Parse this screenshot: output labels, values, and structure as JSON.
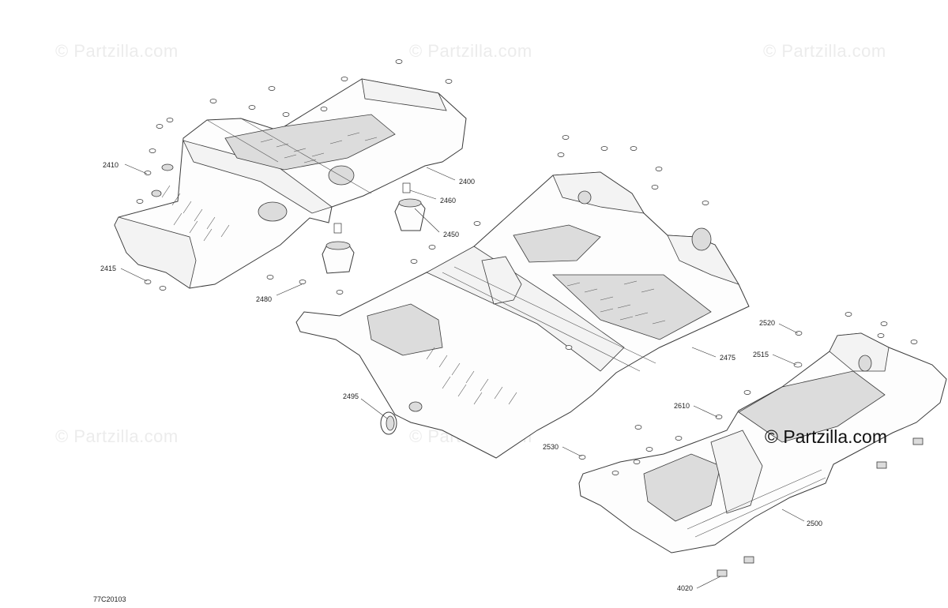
{
  "watermark": {
    "text": "© Partzilla.com",
    "main_text": "© Partzilla.com"
  },
  "drawing_code": "77C20103",
  "callouts": [
    {
      "id": "2400",
      "label": "2400"
    },
    {
      "id": "2410",
      "label": "2410"
    },
    {
      "id": "2415",
      "label": "2415"
    },
    {
      "id": "2450",
      "label": "2450"
    },
    {
      "id": "2460",
      "label": "2460"
    },
    {
      "id": "2475",
      "label": "2475"
    },
    {
      "id": "2480",
      "label": "2480"
    },
    {
      "id": "2495",
      "label": "2495"
    },
    {
      "id": "2500",
      "label": "2500"
    },
    {
      "id": "2515",
      "label": "2515"
    },
    {
      "id": "2520",
      "label": "2520"
    },
    {
      "id": "2530",
      "label": "2530"
    },
    {
      "id": "2610",
      "label": "2610"
    },
    {
      "id": "4020",
      "label": "4020"
    }
  ]
}
